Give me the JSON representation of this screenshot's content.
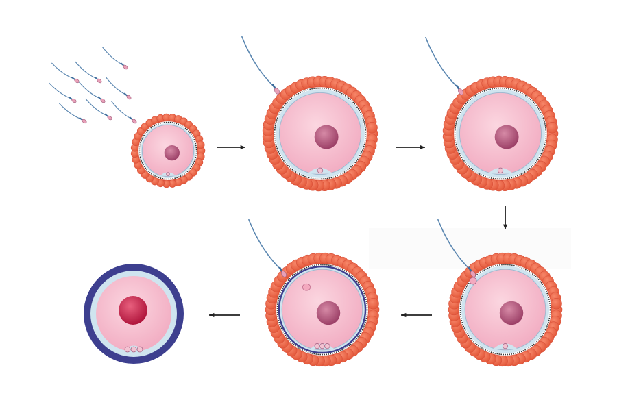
{
  "diagram": {
    "stages": [
      {
        "id": "sperm-approach"
      },
      {
        "id": "sperm-contact-corona"
      },
      {
        "id": "sperm-penetrates-corona"
      },
      {
        "id": "acrosome-reaction"
      },
      {
        "id": "sperm-fuses-membrane"
      },
      {
        "id": "zygote"
      }
    ],
    "colors": {
      "corona": "#ee6448",
      "corona_edge": "#d9503a",
      "zona": "#cfe4ef",
      "cytoplasm": "#f6bccc",
      "nucleus": "#b8577a",
      "zygote_nucleus": "#c8244a",
      "fertilization_membrane": "#3d3f8f",
      "sperm_tail": "#5a86b0",
      "sperm_head": "#e8a0b8",
      "arrow": "#222222"
    }
  }
}
